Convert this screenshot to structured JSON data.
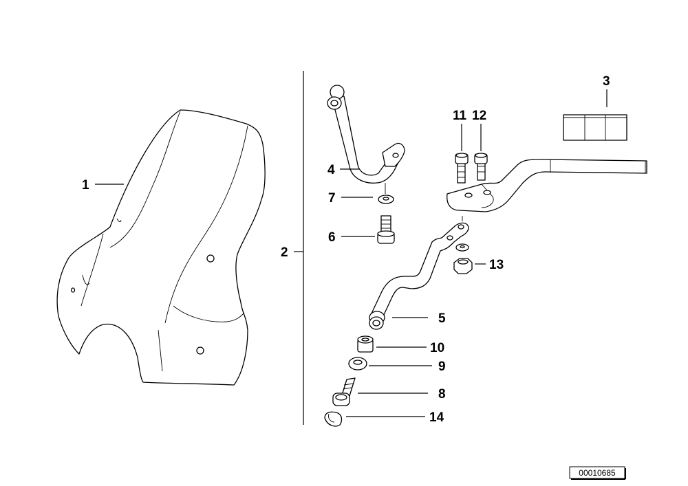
{
  "callouts": {
    "p1": "1",
    "p2": "2",
    "p3": "3",
    "p4": "4",
    "p5": "5",
    "p6": "6",
    "p7": "7",
    "p8": "8",
    "p9": "9",
    "p10": "10",
    "p11": "11",
    "p12": "12",
    "p13": "13",
    "p14": "14"
  },
  "reference_number": "00010685"
}
